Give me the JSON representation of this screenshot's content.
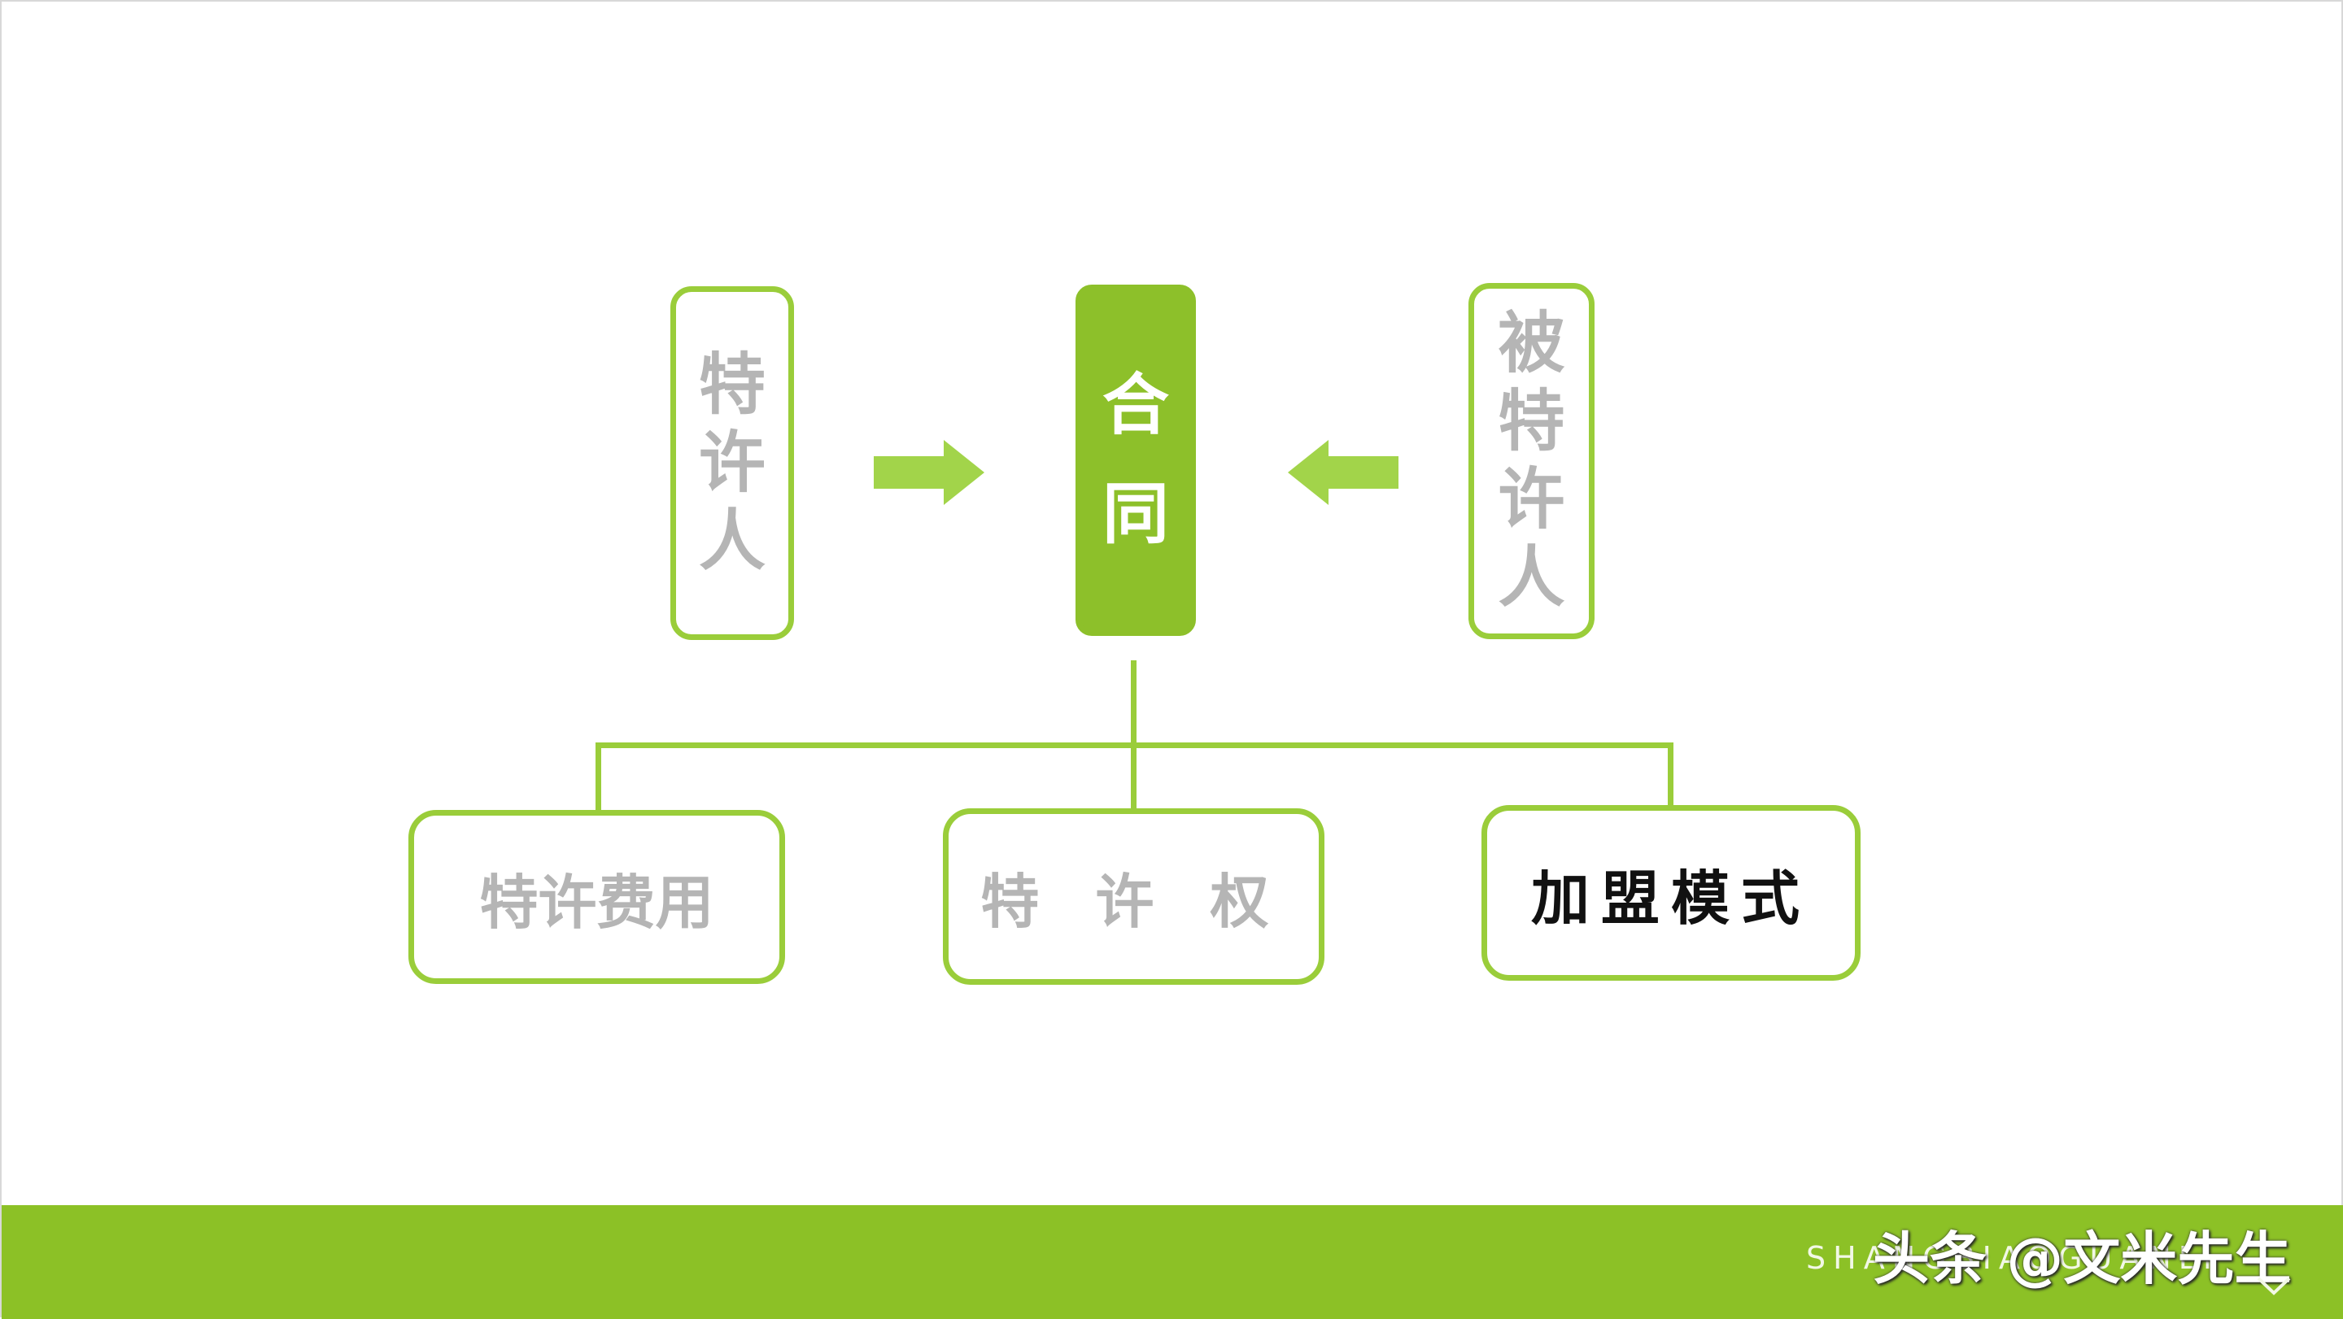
{
  "diagram": {
    "left_node": {
      "chars": [
        "特",
        "许",
        "人"
      ]
    },
    "center_node": {
      "chars": [
        "合",
        "同"
      ]
    },
    "right_node": {
      "chars": [
        "被",
        "特",
        "许",
        "人"
      ]
    },
    "bottom_nodes": [
      {
        "label": "特许费用"
      },
      {
        "label": "特 许 权"
      },
      {
        "label": "加盟模式"
      }
    ],
    "colors": {
      "accent": "#9acd3a",
      "accent_dark": "#8dc02a",
      "footer": "#8cc126",
      "muted_text": "#b5b5b5",
      "emphasis_text": "#111111"
    }
  },
  "footer": {
    "subtitle": "SHANGBIAOGUANLI",
    "watermark": "头条 @文米先生"
  }
}
